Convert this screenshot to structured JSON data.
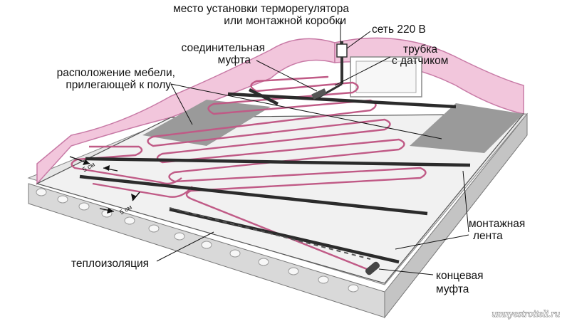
{
  "labels": {
    "thermostat_line1": "место установки терморегулятора",
    "thermostat_line2": "или монтажной коробки",
    "network": "сеть 220 В",
    "coupling_line1": "соединительная",
    "coupling_line2": "муфта",
    "tube_line1": "трубка",
    "tube_line2": "с датчиком",
    "furniture_line1": "расположение мебели,",
    "furniture_line2": "прилегающей к полу",
    "spacing_5cm_a": "5 см",
    "spacing_5cm_b": "5 см",
    "tape_line1": "монтажная",
    "tape_line2": "лента",
    "insulation": "теплоизоляция",
    "end_line1": "концевая",
    "end_line2": "муфта"
  },
  "watermark": "umnyestroiteli.ru",
  "colors": {
    "wall_pink": "#f2c6dc",
    "wall_edge": "#c87aa6",
    "cable": "#c05a86",
    "tape": "#2b2b2b",
    "furniture_zone": "#9a9a9a",
    "floor": "#f1f1f1",
    "slab": "#dcdcdc"
  }
}
